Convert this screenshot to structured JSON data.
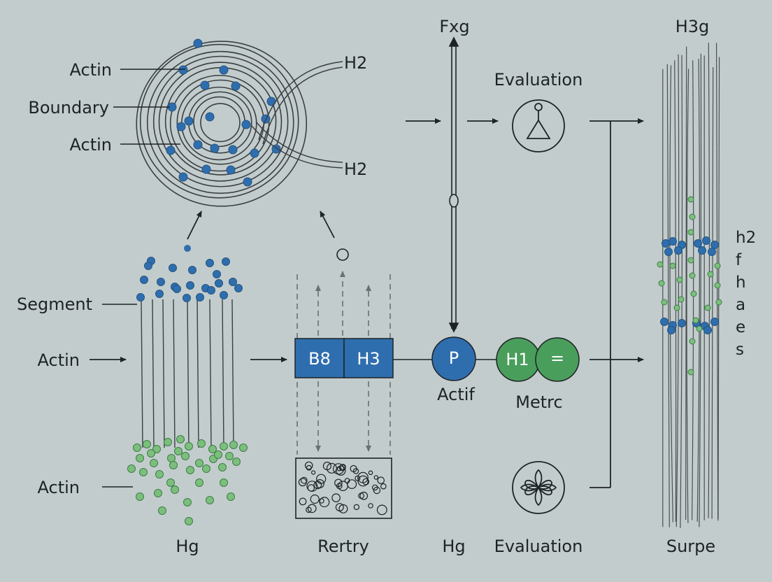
{
  "colors": {
    "background": "#c3cccd",
    "ink": "#1d2326",
    "blue": "#2f6eae",
    "green": "#4a9e5c",
    "green_light": "#7cbf7c"
  },
  "labels": {
    "actin_top": "Actin",
    "boundary": "Boundary",
    "actin_mid": "Actin",
    "h2_top": "H2",
    "h2_bottom": "H2",
    "fxg": "Fxg",
    "evaluation_top": "Evaluation",
    "h3g": "H3g",
    "segment": "Segment",
    "actin_arrow": "Actin",
    "actin_bottom": "Actin",
    "hg_left": "Hg",
    "rertry": "Rertry",
    "hg_mid": "Hg",
    "evaluation_bottom": "Evaluation",
    "surpe": "Surpe",
    "actif": "Actif",
    "metrc": "Metrc"
  },
  "block": {
    "left": "B8",
    "right": "H3"
  },
  "nodes": {
    "p": "P",
    "h1": "H1",
    "eq": "="
  },
  "side_labels": [
    "h2",
    "f",
    "h",
    "a",
    "e",
    "s"
  ],
  "icons": {
    "evaluation_top": "triangle-pin-icon",
    "evaluation_bottom": "four-petal-icon"
  }
}
